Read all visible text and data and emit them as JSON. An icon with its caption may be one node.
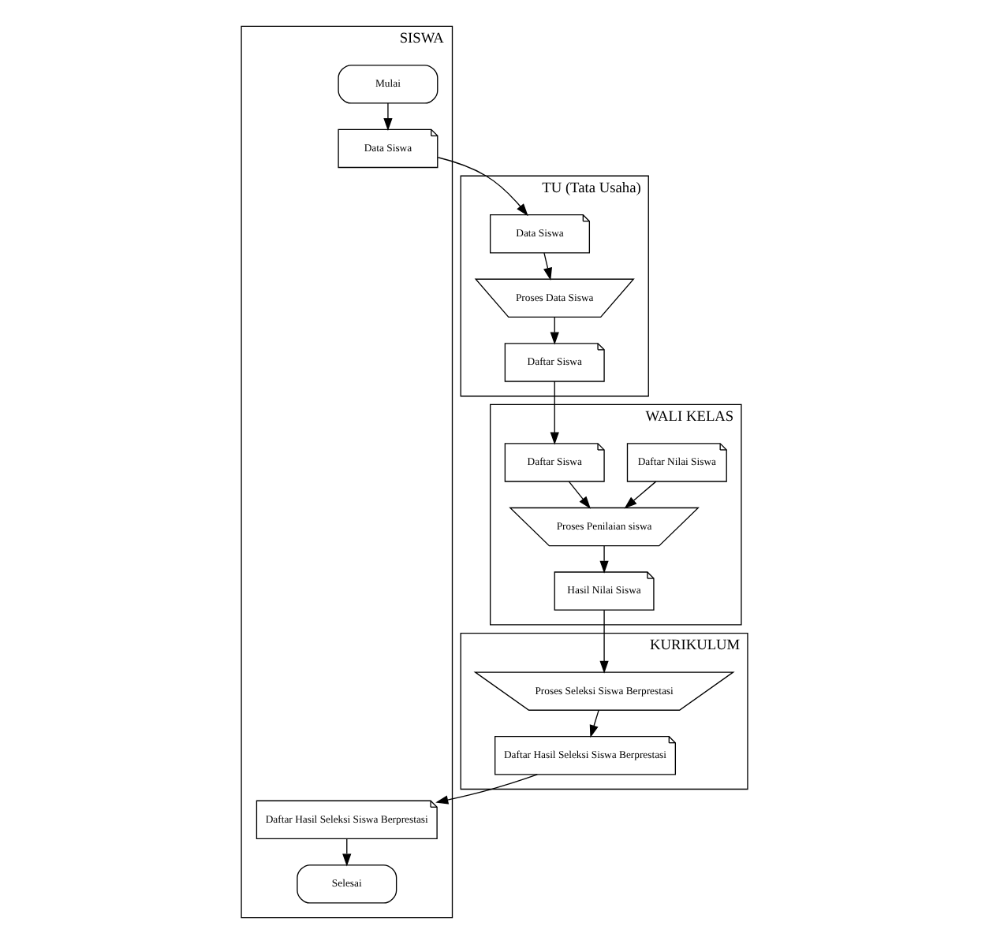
{
  "diagram": {
    "nodes": [
      {
        "text": [
          "SISWA"
        ]
      },
      {
        "text": [
          "WALI KELAS"
        ]
      },
      {
        "text": [
          "KURIKULUM"
        ]
      },
      {
        "text": [
          "TU (Tata Usaha)"
        ]
      },
      {
        "text": [
          "Mulai"
        ],
        "in": 0
      },
      {
        "text": [
          "Data Siswa"
        ],
        "in": 0
      },
      {
        "text": [
          "Data Siswa"
        ],
        "in": 3
      },
      {
        "text": [
          "Proses Data Siswa"
        ],
        "in": 3
      },
      {
        "text": [
          "Daftar Nilai Siswa"
        ],
        "in": 1
      },
      {
        "text": [
          "Daftar Siswa"
        ],
        "in": 1
      },
      {
        "text": [
          "Daftar Siswa"
        ],
        "in": 3
      },
      {
        "text": [
          "Proses Penilaian siswa"
        ],
        "in": 1
      },
      {
        "text": [
          "Hasil Nilai Siswa"
        ],
        "in": 1
      },
      {
        "text": [
          "Proses Seleksi Siswa Berprestasi"
        ],
        "in": 2
      },
      {
        "text": [
          "Daftar Hasil Seleksi Siswa Berprestasi"
        ],
        "in": 2
      },
      {
        "text": [
          "Daftar Hasil Seleksi Siswa Berprestasi"
        ],
        "in": 0
      },
      {
        "text": [
          "Selesai"
        ],
        "in": 0
      }
    ],
    "edges": [
      {
        "from": 4,
        "to": 5,
        "arrow": "to"
      },
      {
        "from": 5,
        "to": 6,
        "arrow": "to"
      },
      {
        "from": 6,
        "to": 7,
        "arrow": "to"
      },
      {
        "from": 7,
        "to": 10,
        "arrow": "to"
      },
      {
        "from": 10,
        "to": 9,
        "arrow": "to"
      },
      {
        "from": 8,
        "to": 11,
        "arrow": "to"
      },
      {
        "from": 9,
        "to": 11,
        "arrow": "to"
      },
      {
        "from": 11,
        "to": 12,
        "arrow": "to"
      },
      {
        "from": 12,
        "to": 13,
        "arrow": "to"
      },
      {
        "from": 13,
        "to": 14,
        "arrow": "to"
      },
      {
        "from": 14,
        "to": 15,
        "arrow": "to"
      },
      {
        "from": 15,
        "to": 16,
        "arrow": "to"
      }
    ]
  }
}
